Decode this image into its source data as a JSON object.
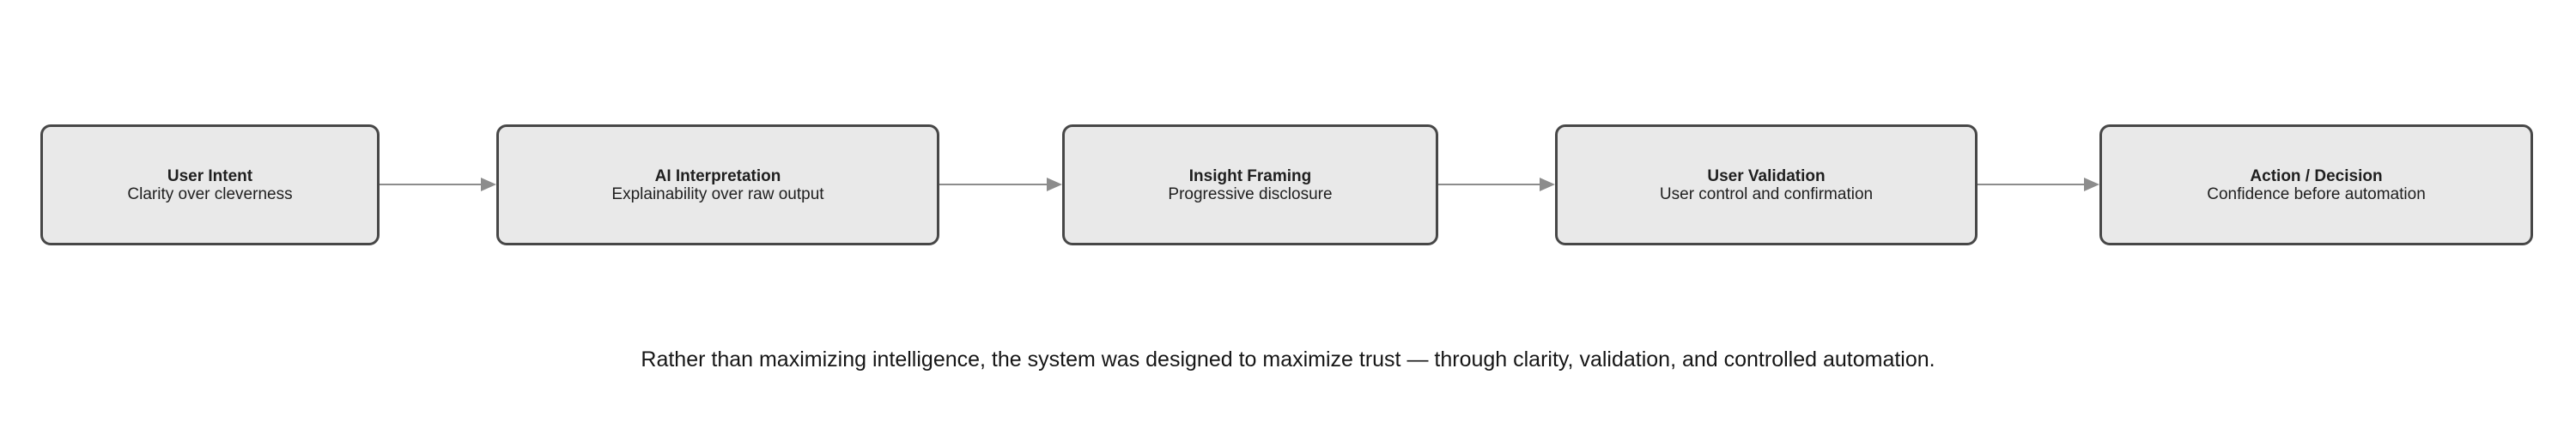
{
  "diagram": {
    "type": "flowchart-horizontal",
    "background": "#ffffff",
    "nodes": [
      {
        "id": "user-intent",
        "title": "User Intent",
        "subtitle": "Clarity over cleverness"
      },
      {
        "id": "ai-interpretation",
        "title": "AI Interpretation",
        "subtitle": "Explainability over raw output"
      },
      {
        "id": "insight-framing",
        "title": "Insight Framing",
        "subtitle": "Progressive disclosure"
      },
      {
        "id": "user-validation",
        "title": "User Validation",
        "subtitle": "User control and confirmation"
      },
      {
        "id": "action-decision",
        "title": "Action / Decision",
        "subtitle": "Confidence before automation"
      }
    ],
    "connections": [
      {
        "from": "user-intent",
        "to": "ai-interpretation",
        "style": "arrow-right"
      },
      {
        "from": "ai-interpretation",
        "to": "insight-framing",
        "style": "arrow-right"
      },
      {
        "from": "insight-framing",
        "to": "user-validation",
        "style": "arrow-right"
      },
      {
        "from": "user-validation",
        "to": "action-decision",
        "style": "arrow-right"
      }
    ],
    "caption": "Rather than maximizing intelligence, the system was designed to maximize trust — through clarity, validation, and controlled automation.",
    "colors": {
      "node_fill": "#e9e9e9",
      "node_border": "#474747",
      "arrow": "#8c8c8c",
      "node_text": "#1f1f1f",
      "caption_text": "#161616"
    }
  }
}
